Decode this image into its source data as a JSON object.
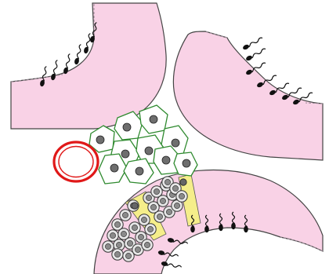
{
  "colors": {
    "background": "#ffffff",
    "tubule_fill": "#f9d2e6",
    "tubule_stroke": "#444444",
    "basement_dash": "#9a8a96",
    "sperm_head": "#111111",
    "sperm_tail": "#111111",
    "leydig_stroke": "#2f8a2f",
    "leydig_fill": "#ffffff",
    "leydig_nucleus": "#6e6e6e",
    "vessel_red": "#e01818",
    "sertoli_yellow": "#f5ee8a",
    "germ_cell_fill": "#e6e6e6",
    "germ_cell_nucleus": "#8a8a8a"
  },
  "structures": [
    "seminiferous-tubule-top-left",
    "seminiferous-tubule-top-right",
    "seminiferous-tubule-bottom",
    "interstitial-leydig-cells",
    "blood-vessel",
    "sertoli-cells",
    "spermatogenic-cells",
    "spermatozoa"
  ]
}
